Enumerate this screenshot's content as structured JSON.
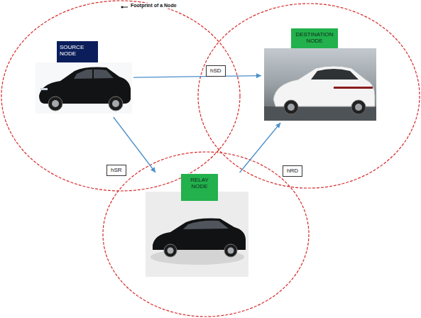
{
  "diagram": {
    "nodes": [
      {
        "text": [
          "SOURCE NODE"
        ]
      },
      {
        "text": [
          "DESTINATION NODE"
        ]
      },
      {
        "text": [
          "RELAY NODE"
        ]
      }
    ],
    "edges": [
      {
        "from": 0,
        "to": 1,
        "arrow": "to",
        "label": "hSD"
      },
      {
        "from": 0,
        "to": 2,
        "arrow": "to",
        "label": "hSR"
      },
      {
        "from": 2,
        "to": 1,
        "arrow": "to",
        "label": "hRD"
      }
    ],
    "labels": [
      "Footprint of a Node"
    ]
  }
}
